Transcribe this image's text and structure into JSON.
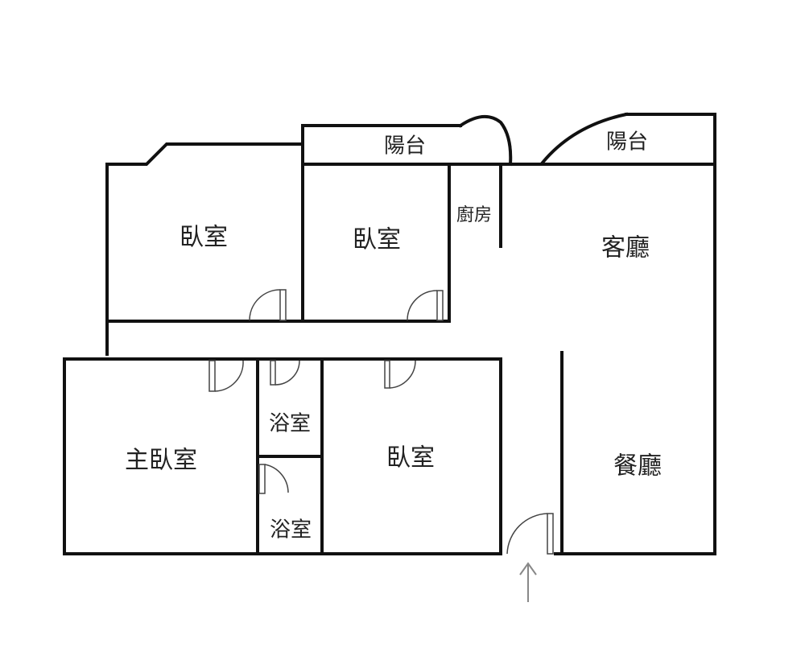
{
  "plan": {
    "rooms": {
      "balcony_left": "陽台",
      "balcony_right": "陽台",
      "bedroom_top_left": "臥室",
      "bedroom_top_mid": "臥室",
      "kitchen": "廚房",
      "living_room": "客廳",
      "master_bedroom": "主臥室",
      "bathroom_top": "浴室",
      "bathroom_bottom": "浴室",
      "bedroom_bottom": "臥室",
      "dining_room": "餐廳"
    },
    "entrance_arrow_icon": "up-arrow-icon"
  }
}
